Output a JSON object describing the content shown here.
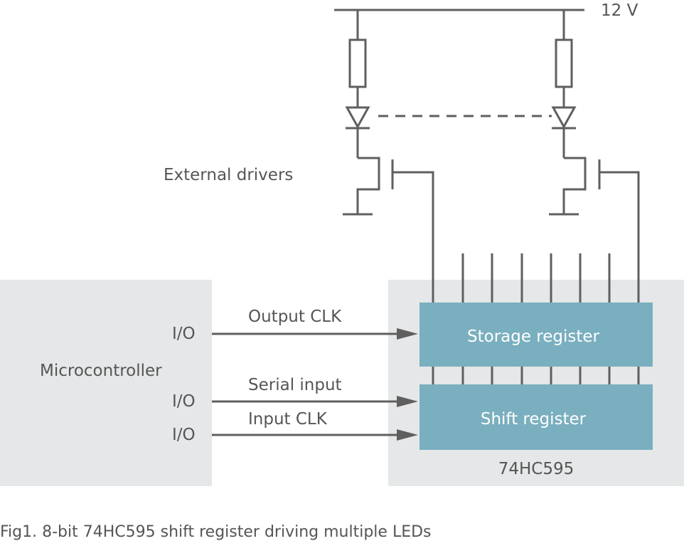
{
  "supply_label": "12 V",
  "drivers_label": "External drivers",
  "microcontroller": {
    "label": "Microcontroller",
    "pins": [
      "I/O",
      "I/O",
      "I/O"
    ]
  },
  "signals": {
    "output_clk": "Output CLK",
    "serial_input": "Serial input",
    "input_clk": "Input CLK"
  },
  "chip": {
    "storage_register": "Storage register",
    "shift_register": "Shift register",
    "part_number": "74HC595"
  },
  "caption": "Fig1. 8-bit 74HC595 shift register driving multiple LEDs",
  "colors": {
    "block_background": "#e6e7e8",
    "register_fill": "#7aafbf",
    "wire": "#5f5f5f",
    "text": "#555555"
  }
}
